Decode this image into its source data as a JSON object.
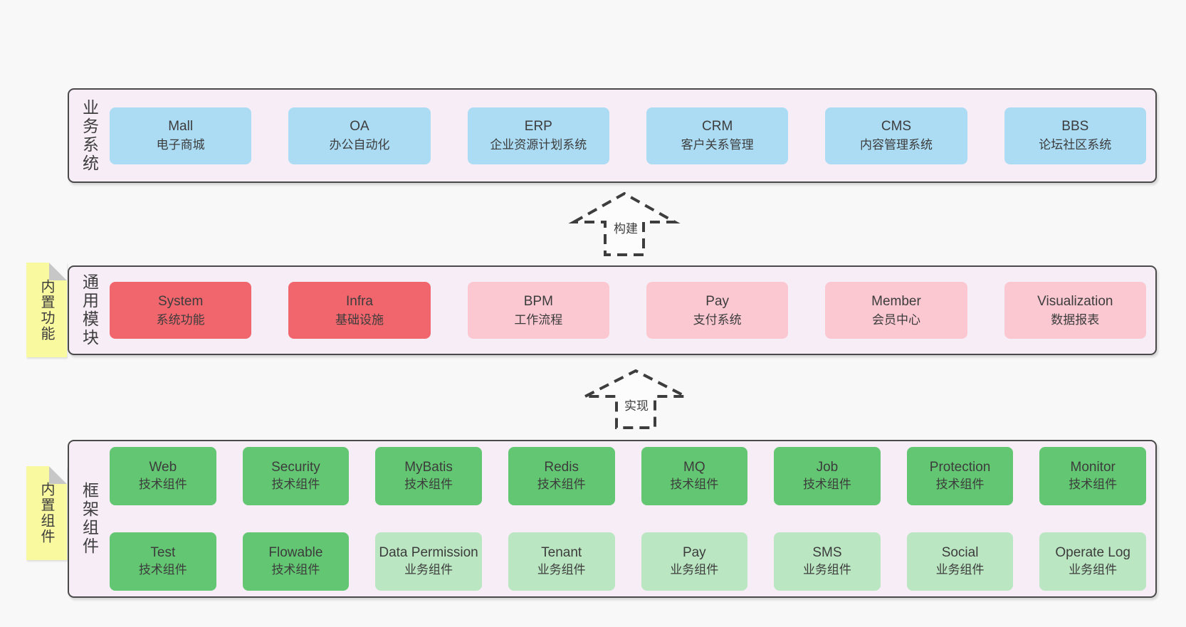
{
  "colors": {
    "page_background": "#f8f8f8",
    "panel_background": "#f7edf6",
    "panel_border": "#4a4a4a",
    "box_blue": "#abdcf4",
    "box_red": "#f1666d",
    "box_pink": "#fbc8d2",
    "box_green": "#63c672",
    "box_light_green": "#bbe6c2",
    "note_yellow": "#f9f99f",
    "note_fold_gray": "#c7c7c7",
    "dash_stroke": "#3d3d3d",
    "text": "#3c3c3c"
  },
  "panels": {
    "business": {
      "label": "业务系统",
      "boxes": [
        {
          "name": "Mall",
          "desc": "电子商城",
          "variant": "blue"
        },
        {
          "name": "OA",
          "desc": "办公自动化",
          "variant": "blue"
        },
        {
          "name": "ERP",
          "desc": "企业资源计划系统",
          "variant": "blue"
        },
        {
          "name": "CRM",
          "desc": "客户关系管理",
          "variant": "blue"
        },
        {
          "name": "CMS",
          "desc": "内容管理系统",
          "variant": "blue"
        },
        {
          "name": "BBS",
          "desc": "论坛社区系统",
          "variant": "blue"
        }
      ]
    },
    "modules": {
      "label": "通用模块",
      "boxes": [
        {
          "name": "System",
          "desc": "系统功能",
          "variant": "red"
        },
        {
          "name": "Infra",
          "desc": "基础设施",
          "variant": "red"
        },
        {
          "name": "BPM",
          "desc": "工作流程",
          "variant": "pink"
        },
        {
          "name": "Pay",
          "desc": "支付系统",
          "variant": "pink"
        },
        {
          "name": "Member",
          "desc": "会员中心",
          "variant": "pink"
        },
        {
          "name": "Visualization",
          "desc": "数据报表",
          "variant": "pink"
        }
      ]
    },
    "components": {
      "label": "框架组件",
      "rows": [
        [
          {
            "name": "Web",
            "desc": "技术组件",
            "variant": "green"
          },
          {
            "name": "Security",
            "desc": "技术组件",
            "variant": "green"
          },
          {
            "name": "MyBatis",
            "desc": "技术组件",
            "variant": "green"
          },
          {
            "name": "Redis",
            "desc": "技术组件",
            "variant": "green"
          },
          {
            "name": "MQ",
            "desc": "技术组件",
            "variant": "green"
          },
          {
            "name": "Job",
            "desc": "技术组件",
            "variant": "green"
          },
          {
            "name": "Protection",
            "desc": "技术组件",
            "variant": "green"
          },
          {
            "name": "Monitor",
            "desc": "技术组件",
            "variant": "green"
          }
        ],
        [
          {
            "name": "Test",
            "desc": "技术组件",
            "variant": "green"
          },
          {
            "name": "Flowable",
            "desc": "技术组件",
            "variant": "green"
          },
          {
            "name": "Data Permission",
            "desc": "业务组件",
            "variant": "lightgreen"
          },
          {
            "name": "Tenant",
            "desc": "业务组件",
            "variant": "lightgreen"
          },
          {
            "name": "Pay",
            "desc": "业务组件",
            "variant": "lightgreen"
          },
          {
            "name": "SMS",
            "desc": "业务组件",
            "variant": "lightgreen"
          },
          {
            "name": "Social",
            "desc": "业务组件",
            "variant": "lightgreen"
          },
          {
            "name": "Operate Log",
            "desc": "业务组件",
            "variant": "lightgreen"
          }
        ]
      ]
    }
  },
  "notes": [
    {
      "text": "内置功能"
    },
    {
      "text": "内置组件"
    }
  ],
  "arrows": [
    {
      "label": "构建"
    },
    {
      "label": "实现"
    }
  ]
}
